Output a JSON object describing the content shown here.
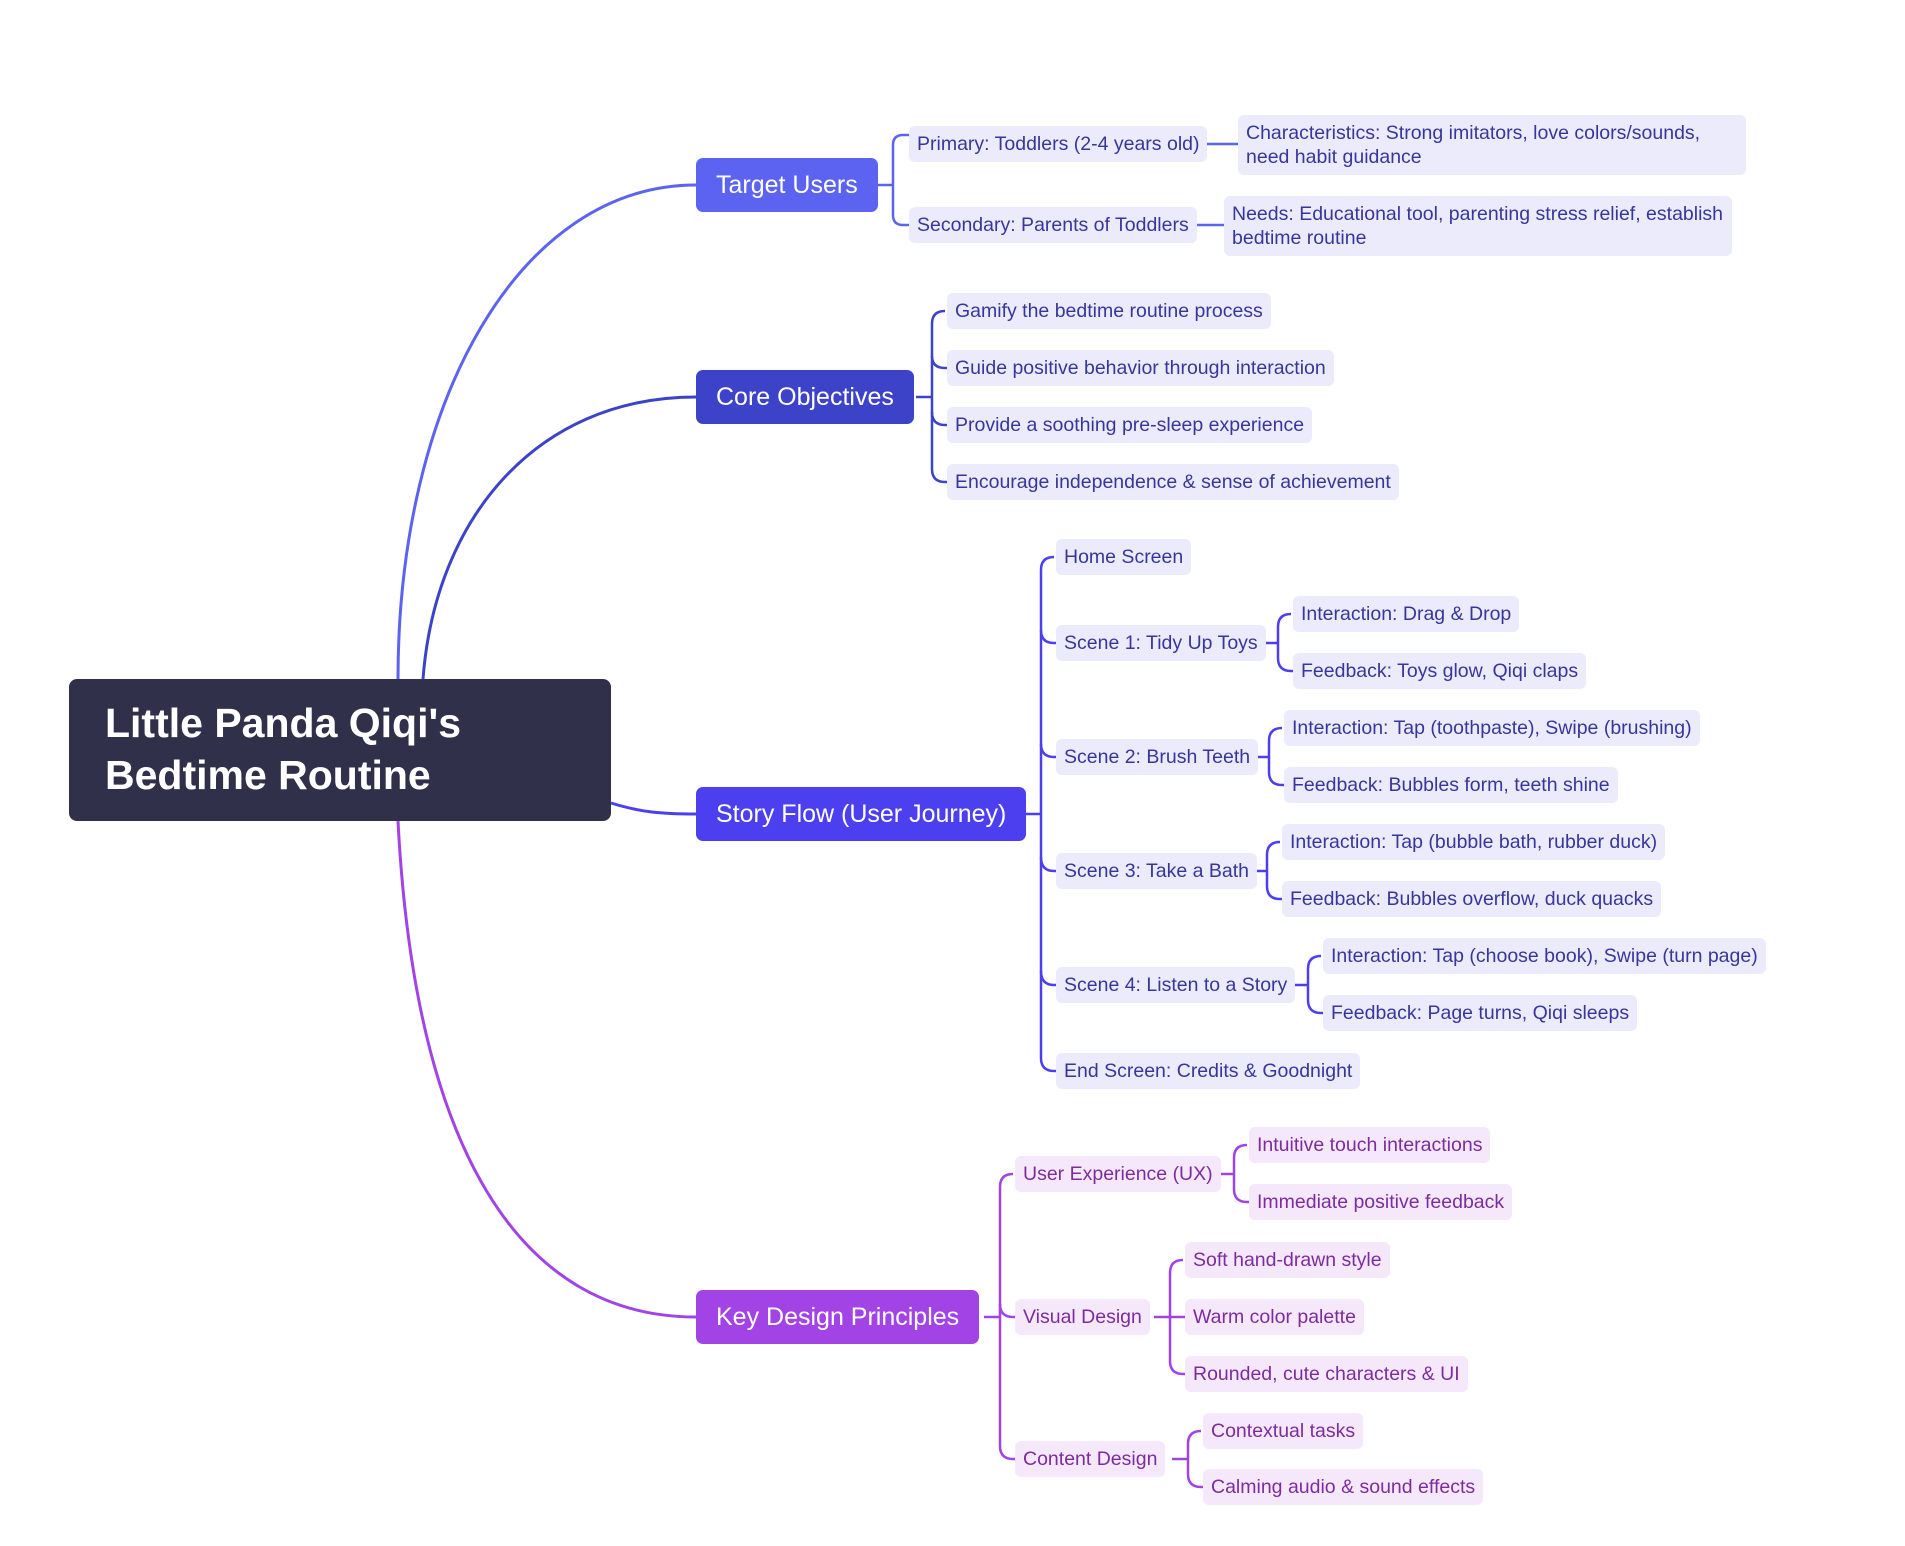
{
  "colors": {
    "root": "#30304a",
    "target_users": "#5c63f0",
    "core_objectives": "#3d43c9",
    "story_flow": "#4c3ff0",
    "key_design": "#a243e6",
    "leaf_blue_bg": "#ebebfc",
    "leaf_blue_text": "#38369a",
    "leaf_purple_bg": "#f6e8fb",
    "leaf_purple_text": "#7c2c9e"
  },
  "root": {
    "title": "Little Panda Qiqi's Bedtime Routine"
  },
  "target_users": {
    "label": "Target Users",
    "primary": {
      "label": "Primary: Toddlers (2-4 years old)",
      "detail": "Characteristics: Strong imitators, love colors/sounds, need habit guidance"
    },
    "secondary": {
      "label": "Secondary: Parents of Toddlers",
      "detail": "Needs: Educational tool, parenting stress relief, establish bedtime routine"
    }
  },
  "core_objectives": {
    "label": "Core Objectives",
    "items": [
      "Gamify the bedtime routine process",
      "Guide positive behavior through interaction",
      "Provide a soothing pre-sleep experience",
      "Encourage independence & sense of achievement"
    ]
  },
  "story_flow": {
    "label": "Story Flow (User Journey)",
    "home": "Home Screen",
    "scenes": [
      {
        "label": "Scene 1: Tidy Up Toys",
        "interaction": "Interaction: Drag & Drop",
        "feedback": "Feedback: Toys glow, Qiqi claps"
      },
      {
        "label": "Scene 2: Brush Teeth",
        "interaction": "Interaction: Tap (toothpaste), Swipe (brushing)",
        "feedback": "Feedback: Bubbles form, teeth shine"
      },
      {
        "label": "Scene 3: Take a Bath",
        "interaction": "Interaction: Tap (bubble bath, rubber duck)",
        "feedback": "Feedback: Bubbles overflow, duck quacks"
      },
      {
        "label": "Scene 4: Listen to a Story",
        "interaction": "Interaction: Tap (choose book), Swipe (turn page)",
        "feedback": "Feedback: Page turns, Qiqi sleeps"
      }
    ],
    "end": "End Screen: Credits & Goodnight"
  },
  "key_design": {
    "label": "Key Design Principles",
    "ux": {
      "label": "User Experience (UX)",
      "items": [
        "Intuitive touch interactions",
        "Immediate positive feedback"
      ]
    },
    "visual": {
      "label": "Visual Design",
      "items": [
        "Soft hand-drawn style",
        "Warm color palette",
        "Rounded, cute characters & UI"
      ]
    },
    "content": {
      "label": "Content Design",
      "items": [
        "Contextual tasks",
        "Calming audio & sound effects"
      ]
    }
  }
}
